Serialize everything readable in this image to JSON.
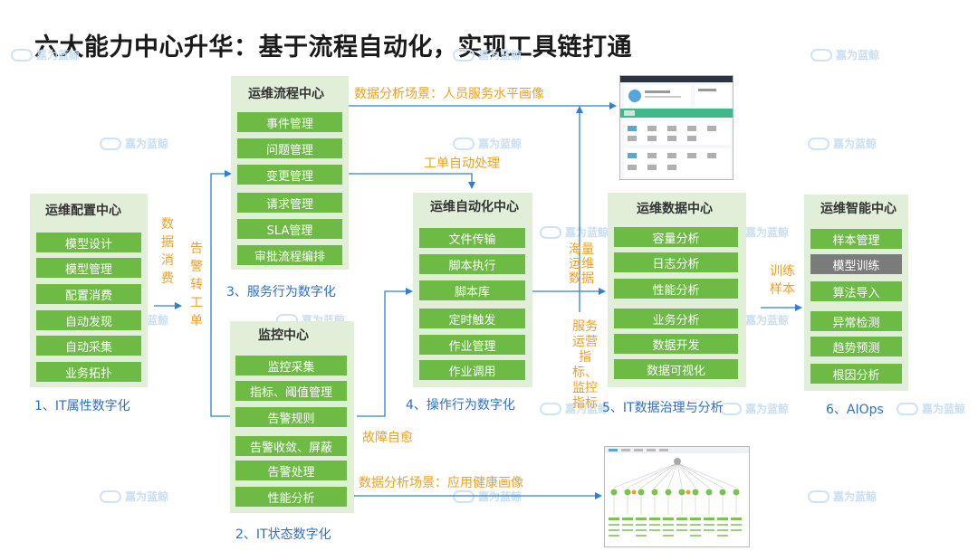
{
  "title": "六大能力中心升华：基于流程自动化，实现工具链打通",
  "watermark": "嘉为蓝鲸",
  "panels": {
    "config": {
      "title": "运维配置中心",
      "items": [
        "模型设计",
        "模型管理",
        "配置消费",
        "自动发现",
        "自动采集",
        "业务拓扑"
      ],
      "caption": "1、IT属性数字化"
    },
    "process": {
      "title": "运维流程中心",
      "items": [
        "事件管理",
        "问题管理",
        "变更管理",
        "请求管理",
        "SLA管理",
        "审批流程编排"
      ],
      "caption": "3、服务行为数字化"
    },
    "monitor": {
      "title": "监控中心",
      "items": [
        "监控采集",
        "指标、阈值管理",
        "告警规则",
        "告警收敛、屏蔽",
        "告警处理",
        "性能分析"
      ],
      "caption": "2、IT状态数字化"
    },
    "automation": {
      "title": "运维自动化中心",
      "items": [
        "文件传输",
        "脚本执行",
        "脚本库",
        "定时触发",
        "作业管理",
        "作业调用"
      ],
      "caption": "4、操作行为数字化"
    },
    "data": {
      "title": "运维数据中心",
      "items": [
        "容量分析",
        "日志分析",
        "性能分析",
        "业务分析",
        "数据开发",
        "数据可视化"
      ],
      "caption": "5、IT数据治理与分析"
    },
    "ai": {
      "title": "运维智能中心",
      "items": [
        "样本管理",
        "模型训练",
        "算法导入",
        "异常检测",
        "趋势预测",
        "根因分析"
      ],
      "caption": "6、AIOps"
    }
  },
  "labels": {
    "scene_user": "数据分析场景：人员服务水平画像",
    "ticket_auto": "工单自动处理",
    "fault_heal": "故障自愈",
    "scene_app": "数据分析场景：应用健康画像"
  },
  "vertical_labels": {
    "data_consume": [
      "数",
      "据",
      "消",
      "费"
    ],
    "alarm_ticket": [
      "告",
      "警",
      "转",
      "工",
      "单"
    ],
    "mass_data": [
      "海",
      "量",
      "运",
      "维",
      "数",
      "据"
    ],
    "service_metrics": [
      "服",
      "务",
      "运",
      "营",
      "指",
      "标、",
      "监",
      "控",
      "指",
      "标"
    ],
    "train_sample": [
      "训练",
      "样本"
    ]
  }
}
